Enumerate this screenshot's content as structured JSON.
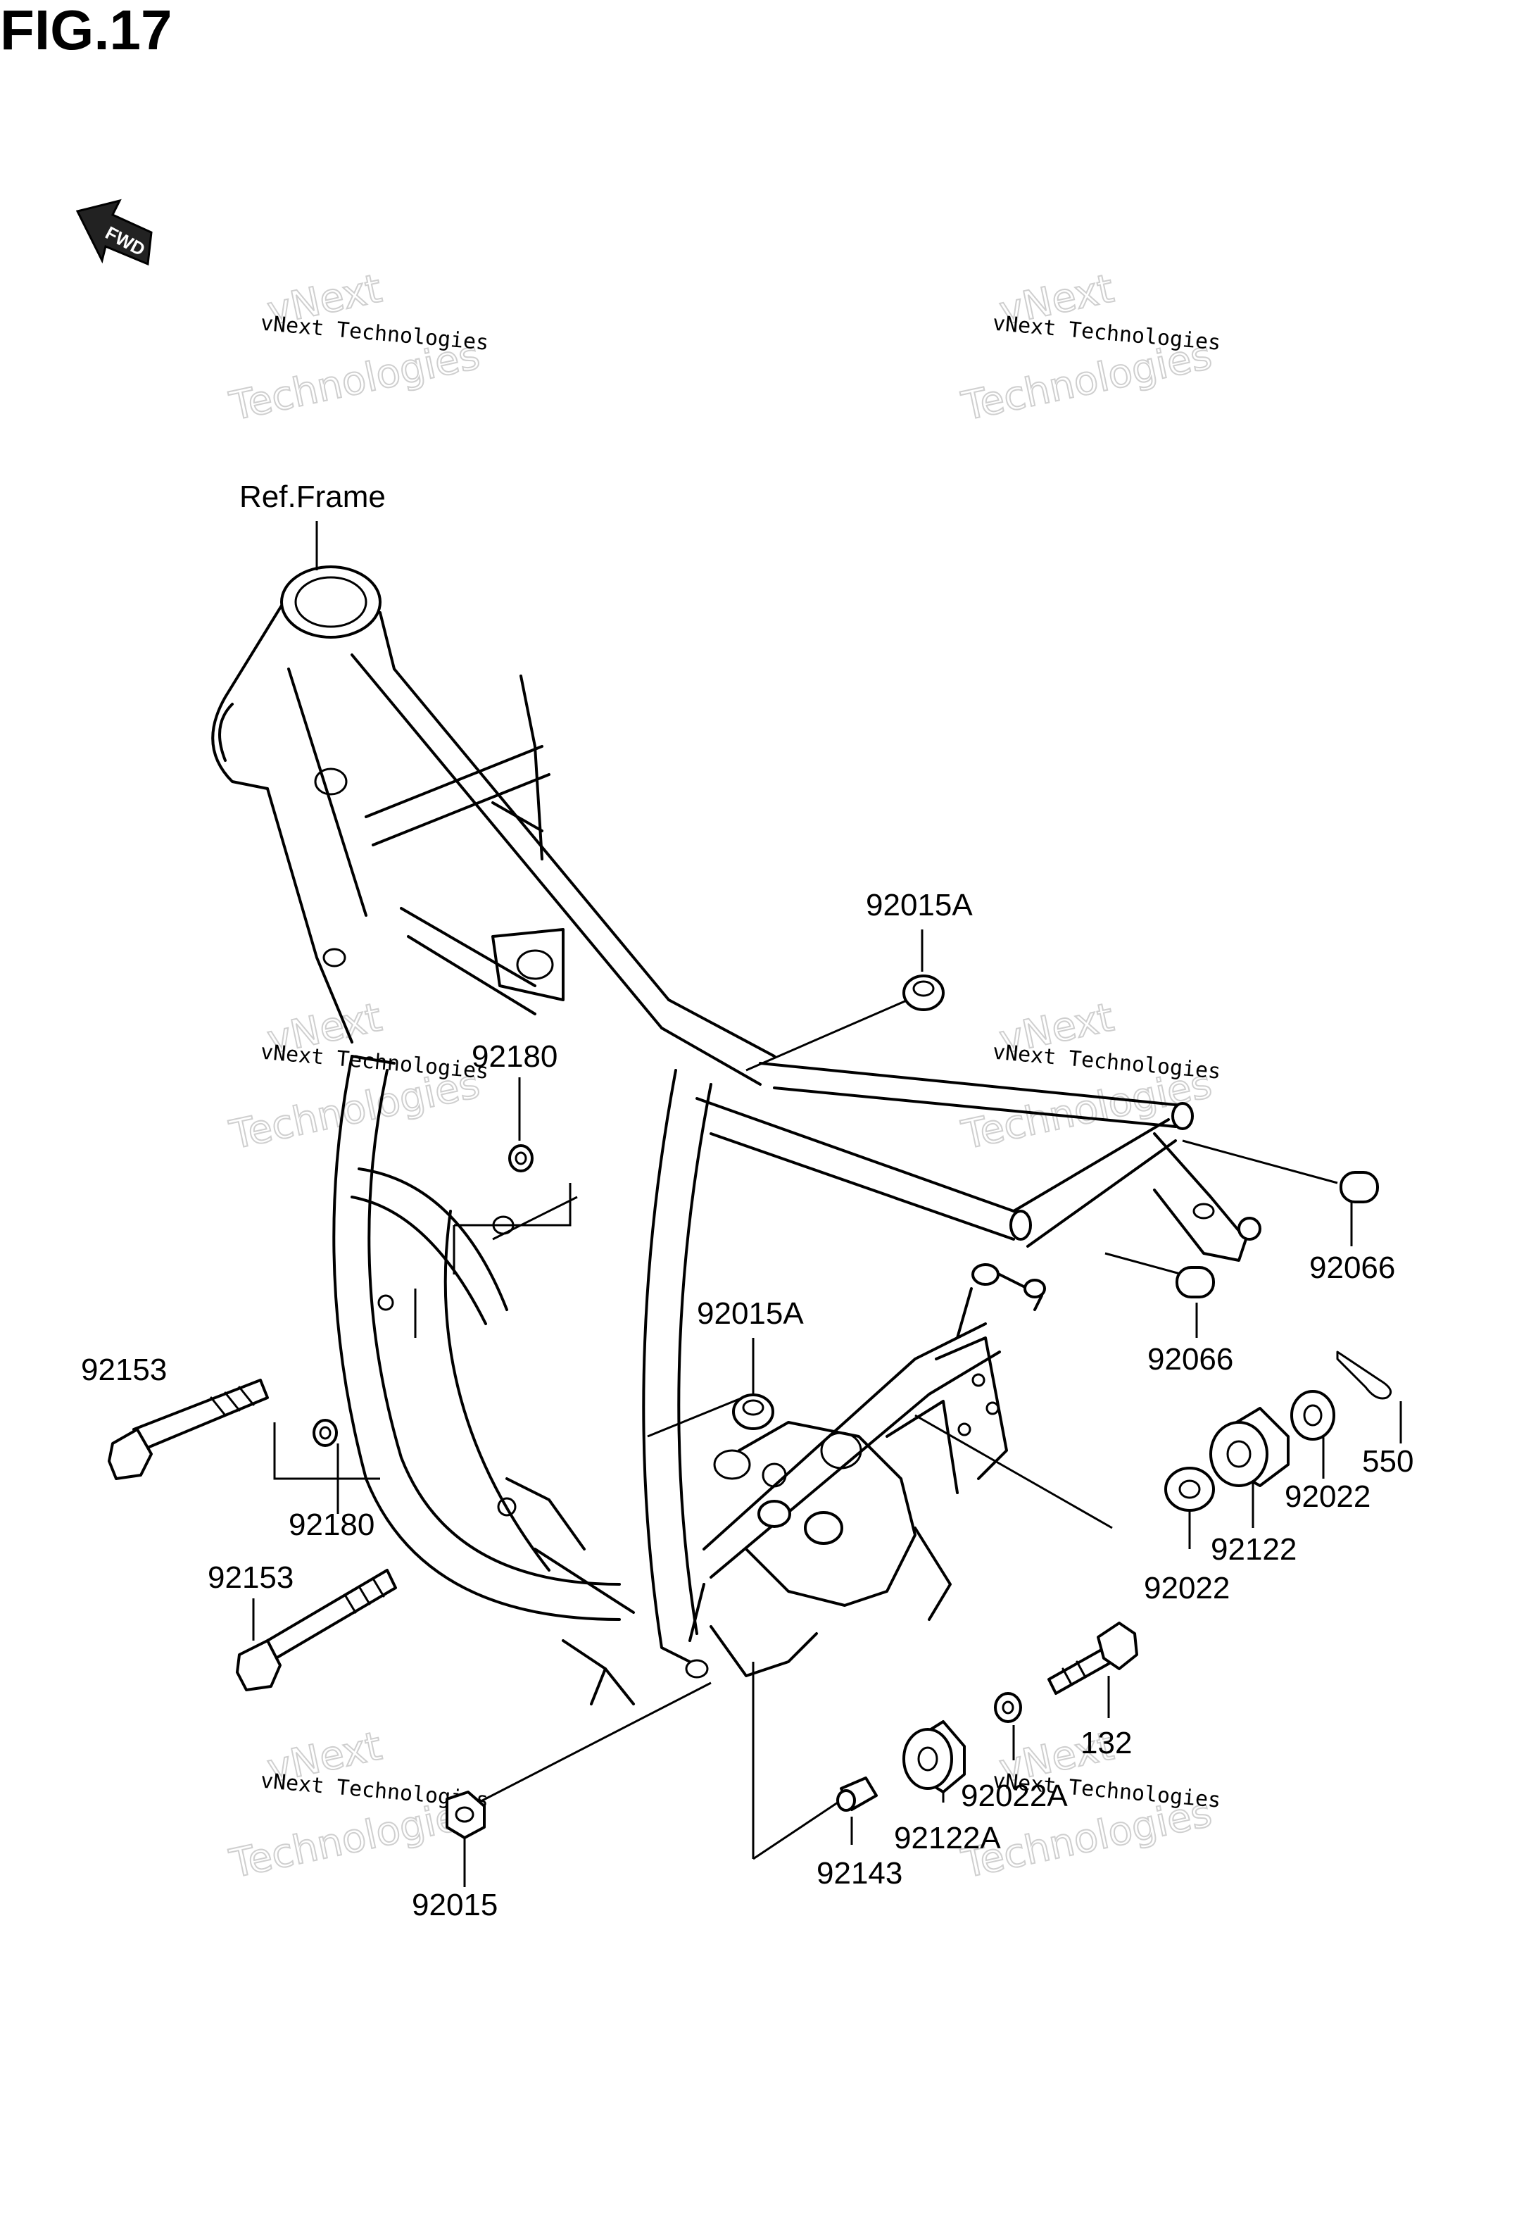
{
  "figure": {
    "title": "FIG.17"
  },
  "fwd_badge": "FWD",
  "watermark": {
    "line1": "vNext Technologies",
    "line2": "vNext",
    "line3": "Technologies"
  },
  "labels": {
    "ref_frame": "Ref.Frame",
    "p92015A_top": "92015A",
    "p92180_top": "92180",
    "p92015A_mid": "92015A",
    "p92066_right": "92066",
    "p92066_mid": "92066",
    "p92153_upper": "92153",
    "p92180_lower": "92180",
    "p550": "550",
    "p92022_right": "92022",
    "p92122": "92122",
    "p92022_left": "92022",
    "p92153_lower": "92153",
    "p132": "132",
    "p92022A": "92022A",
    "p92122A": "92122A",
    "p92143": "92143",
    "p92015": "92015"
  }
}
